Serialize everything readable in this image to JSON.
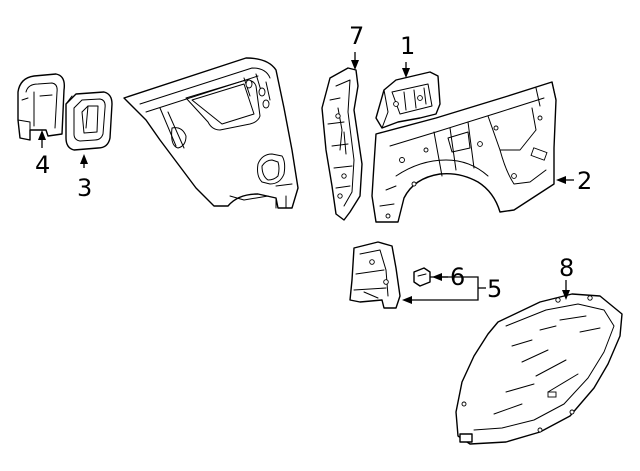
{
  "callouts": [
    {
      "id": "1",
      "text": "1",
      "part": "upper-pillar-reinforcement"
    },
    {
      "id": "2",
      "text": "2",
      "part": "inner-quarter-panel"
    },
    {
      "id": "3",
      "text": "3",
      "part": "fuel-filler-housing"
    },
    {
      "id": "4",
      "text": "4",
      "part": "fuel-filler-bracket"
    },
    {
      "id": "5",
      "text": "5",
      "part": "lower-bracket-group"
    },
    {
      "id": "6",
      "text": "6",
      "part": "bracket-fastener"
    },
    {
      "id": "7",
      "text": "7",
      "part": "pillar-panel"
    },
    {
      "id": "8",
      "text": "8",
      "part": "wheelhouse-liner"
    }
  ],
  "colors": {
    "line": "#000000",
    "background": "#ffffff"
  }
}
